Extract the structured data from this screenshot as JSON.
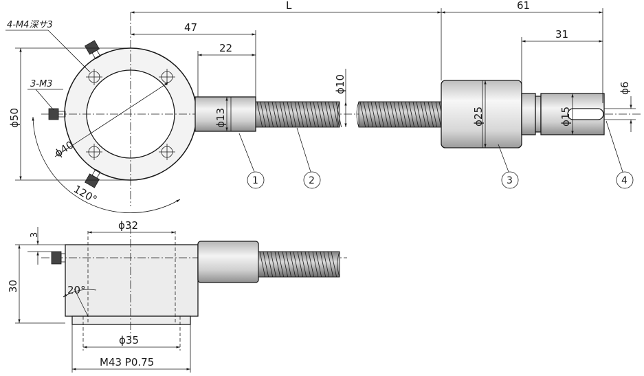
{
  "dimensions": {
    "overall_length": "L",
    "d61": "61",
    "d47": "47",
    "d22": "22",
    "d31": "31",
    "phi10": "ϕ10",
    "phi13": "ϕ13",
    "phi25": "ϕ25",
    "phi15": "ϕ15",
    "phi6": "ϕ6",
    "phi50": "ϕ50",
    "phi40": "ϕ40",
    "angle120": "120°",
    "d3": "3",
    "d30": "30",
    "phi32": "ϕ32",
    "phi35": "ϕ35",
    "angle20": "20°",
    "thread": "M43 P0.75"
  },
  "notes": {
    "holes_m4": "4-M4深サ3",
    "holes_m3": "3-M3"
  },
  "callouts": [
    "1",
    "2",
    "3",
    "4"
  ],
  "colors": {
    "line": "#1a1a1a",
    "fill_light": "#ececec",
    "fill_metal_dark": "#9a9a9a"
  }
}
